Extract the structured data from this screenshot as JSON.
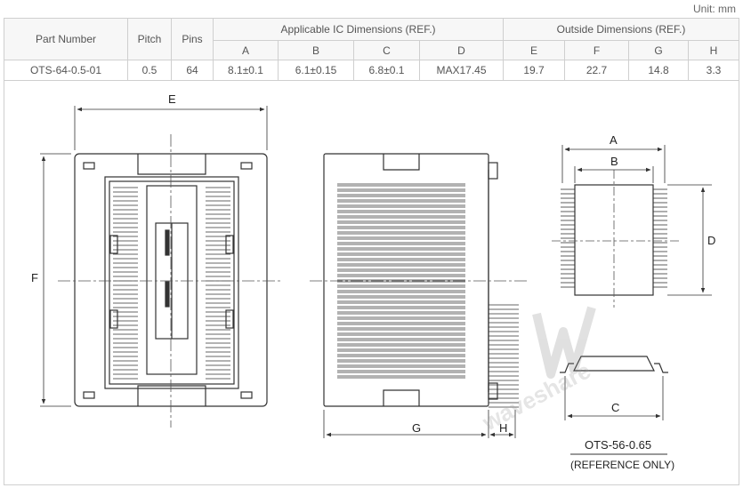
{
  "unit_label": "Unit: mm",
  "table": {
    "headers": {
      "part_number": "Part Number",
      "pitch": "Pitch",
      "pins": "Pins",
      "ic_group": "Applicable IC Dimensions (REF.)",
      "outside_group": "Outside Dimensions (REF.)",
      "ic_cols": [
        "A",
        "B",
        "C",
        "D"
      ],
      "outside_cols": [
        "E",
        "F",
        "G",
        "H"
      ]
    },
    "row": {
      "part_number": "OTS-64-0.5-01",
      "pitch": "0.5",
      "pins": "64",
      "A": "8.1±0.1",
      "B": "6.1±0.15",
      "C": "6.8±0.1",
      "D": "MAX17.45",
      "E": "19.7",
      "F": "22.7",
      "G": "14.8",
      "H": "3.3"
    }
  },
  "drawing": {
    "labels": {
      "E": "E",
      "F": "F",
      "G": "G",
      "H": "H",
      "A": "A",
      "B": "B",
      "C": "C",
      "D": "D"
    },
    "reference_model": "OTS-56-0.65",
    "reference_note": "(REFERENCE ONLY)",
    "watermark": "waveshare",
    "colors": {
      "line": "#333333",
      "centerline": "#555555",
      "table_border": "#cfcfcf"
    }
  }
}
